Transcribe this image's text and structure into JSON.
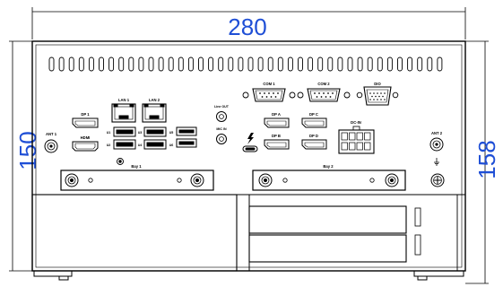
{
  "dimensions": {
    "width": "280",
    "height_front": "150",
    "height_total": "158"
  },
  "ports": {
    "dp1": "DP 1",
    "hdmi": "HDMI",
    "lan1": "LAN 1",
    "lan2": "LAN 2",
    "ant1": "ANT 1",
    "ant2": "ANT 2",
    "line_out": "Line OUT",
    "mic_in": "MIC IN",
    "com1": "COM 1",
    "com2": "COM 2",
    "dio": "DIO",
    "dp_a": "DP A",
    "dp_b": "DP B",
    "dp_c": "DP C",
    "dp_d": "DP D",
    "dc_in": "DC-IN",
    "bay1": "Bay 1",
    "bay2": "Bay 2",
    "usb_u1": "U1",
    "usb_u2": "U2",
    "usb_u3": "U3",
    "usb_u4": "U4",
    "usb_u5": "U5",
    "usb_u6": "U6"
  }
}
